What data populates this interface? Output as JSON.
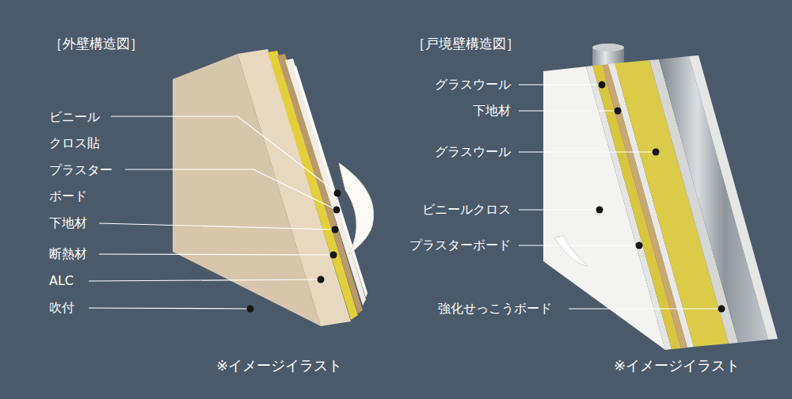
{
  "diagram": {
    "labels": [
      "［外壁構造図］",
      "ビニール クロス貼",
      "プラスター ボード",
      "下地材",
      "断熱材",
      "ALC",
      "吹付",
      "※イメージイラスト",
      "［戸境壁構造図］",
      "グラスウール",
      "下地材",
      "グラスウール",
      "ビニールクロス",
      "プラスターボード",
      "強化せっこうボード",
      "※イメージイラスト"
    ]
  }
}
